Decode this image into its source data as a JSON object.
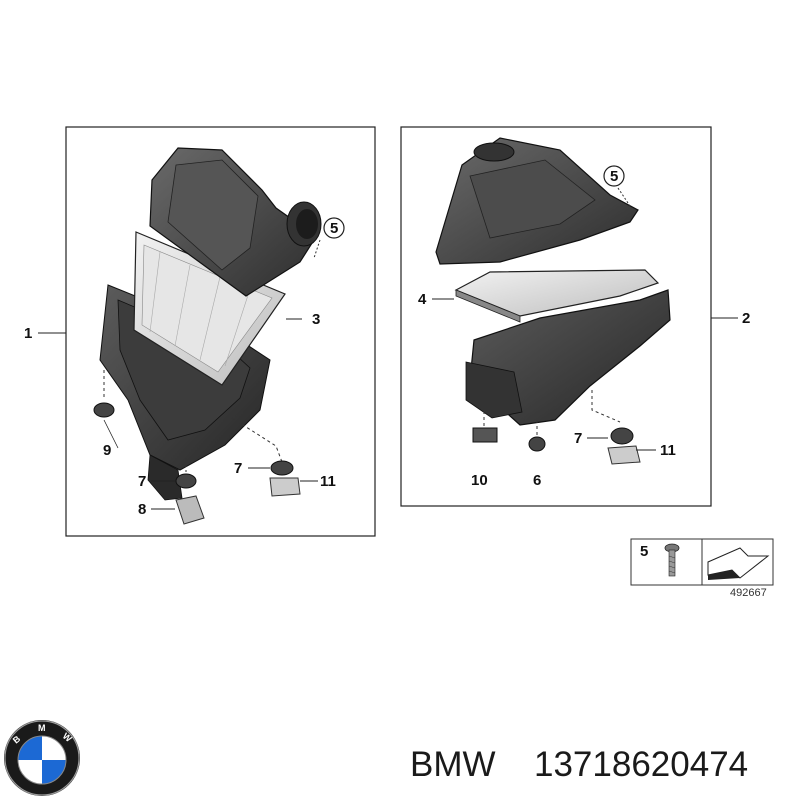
{
  "callouts": {
    "left_assembly": "1",
    "right_assembly": "2",
    "left_filter": "3",
    "right_filter": "4",
    "screw_left": "5",
    "screw_right": "5",
    "grommet_right": "6",
    "rubber_mount_left_a": "7",
    "rubber_mount_left_b": "7",
    "rubber_mount_right": "7",
    "bracket_left": "8",
    "mount_left": "9",
    "holder_right": "10",
    "clip_left": "11",
    "clip_right": "11"
  },
  "legend_box": {
    "item_number": "5",
    "icon": "screw-icon",
    "arrow_icon": "arrow-right-icon"
  },
  "figure_id": "492667",
  "caption": {
    "brand": "BMW",
    "part_number": "13718620474"
  },
  "logo": {
    "icon": "bmw-roundel-logo",
    "letters": [
      "B",
      "M",
      "W"
    ],
    "colors": {
      "blue": "#1c69d4",
      "ring": "#1a1a1a"
    }
  }
}
